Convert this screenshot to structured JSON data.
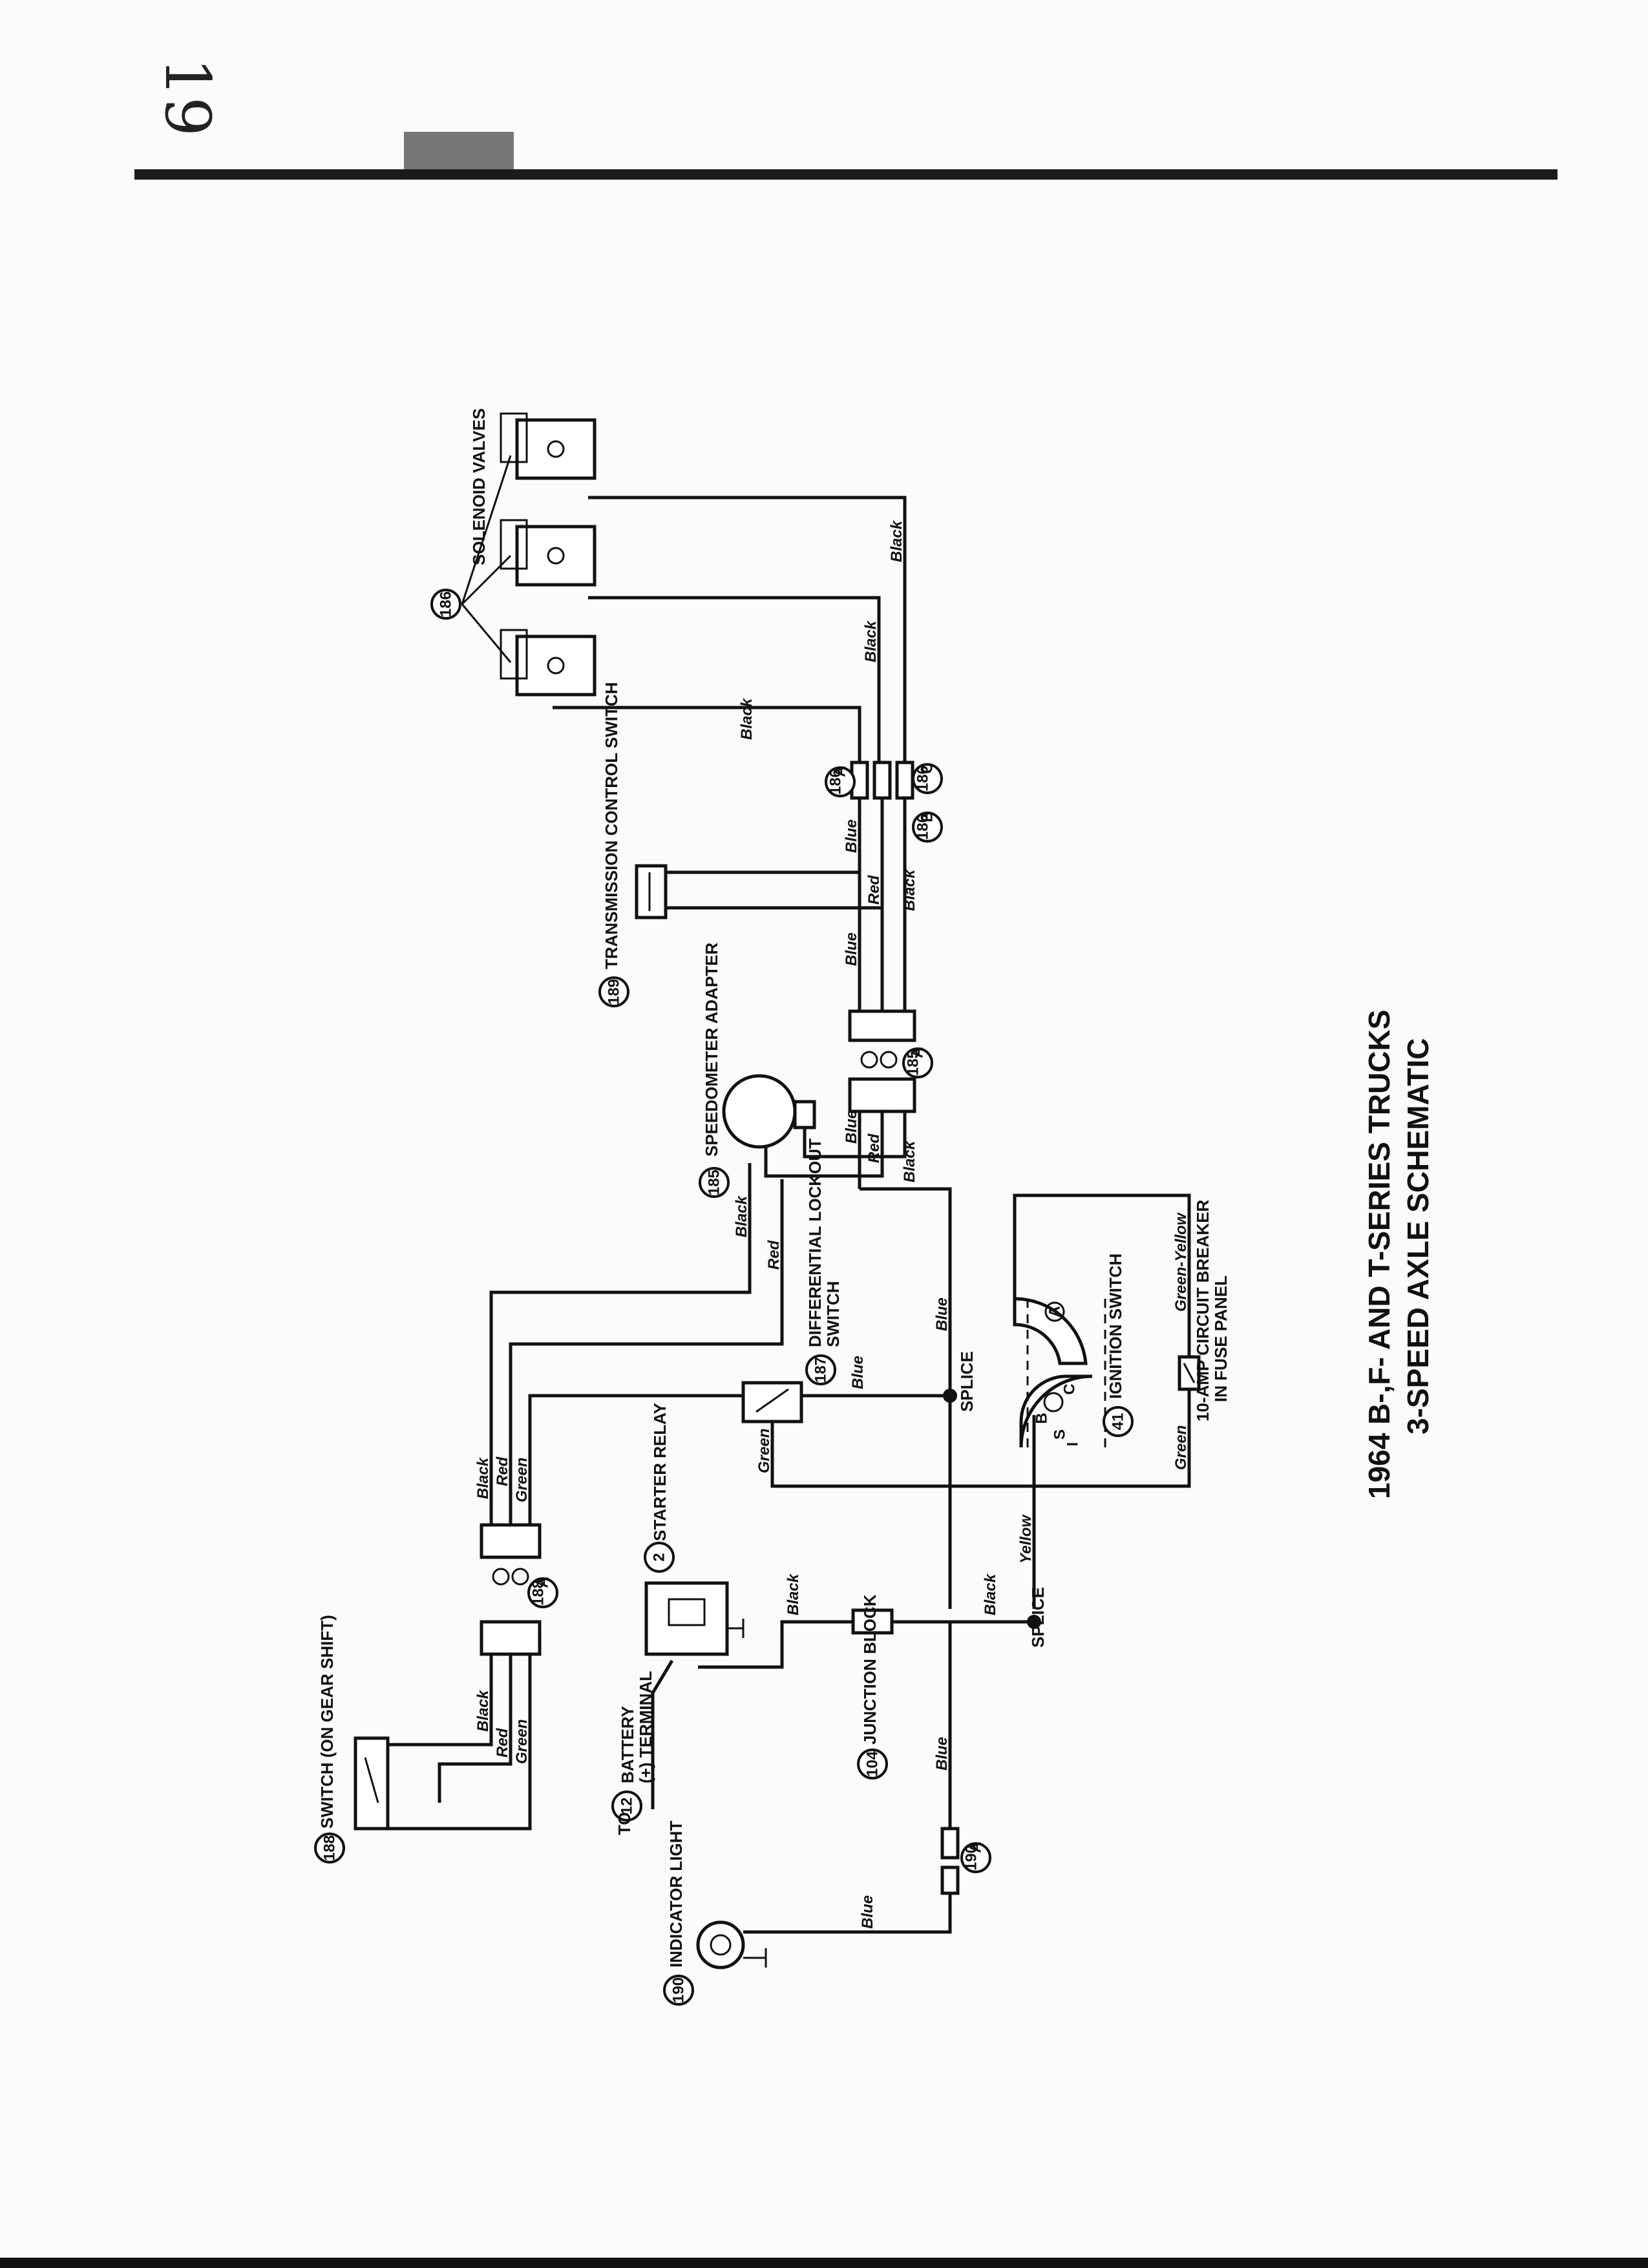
{
  "page": {
    "number": "19"
  },
  "title": {
    "line1": "1964 B-,F- AND T-SERIES TRUCKS",
    "line2": "3-SPEED AXLE SCHEMATIC"
  },
  "components": {
    "solenoid_valves": {
      "num": "186",
      "label": "SOLENOID VALVES"
    },
    "conn_186a": {
      "num": "186",
      "sub": "A"
    },
    "conn_186b": {
      "num": "186",
      "sub": "B"
    },
    "conn_186c": {
      "num": "186",
      "sub": "C"
    },
    "transmission_switch": {
      "num": "189",
      "label": "TRANSMISSION CONTROL SWITCH"
    },
    "conn_185a": {
      "num": "185",
      "sub": "A"
    },
    "speedometer_adapter": {
      "num": "185",
      "label": "SPEEDOMETER ADAPTER"
    },
    "differential_switch": {
      "num": "187",
      "label1": "DIFFERENTIAL LOCKOUT",
      "label2": "SWITCH"
    },
    "splice_upper": {
      "label": "SPLICE"
    },
    "ignition_switch": {
      "num": "41",
      "label": "IGNITION SWITCH"
    },
    "circuit_breaker": {
      "label1": "10-AMP CIRCUIT BREAKER",
      "label2": "IN FUSE PANEL"
    },
    "conn_188a": {
      "num": "188",
      "sub": "A"
    },
    "starter_relay": {
      "num": "2",
      "label": "STARTER RELAY"
    },
    "battery": {
      "prefix": "TO",
      "num": "12",
      "label1": "BATTERY",
      "label2": "(+) TERMINAL"
    },
    "junction_block": {
      "num": "104",
      "label": "JUNCTION BLOCK"
    },
    "splice_lower": {
      "label": "SPLICE"
    },
    "gear_shift_switch": {
      "num": "188",
      "label": "SWITCH (ON GEAR SHIFT)"
    },
    "conn_190a": {
      "num": "190",
      "sub": "A"
    },
    "indicator_light": {
      "num": "190",
      "label": "INDICATOR LIGHT"
    }
  },
  "ignition_terminals": {
    "a": "A",
    "b": "B",
    "c": "C",
    "s": "S",
    "i": "I"
  },
  "wire_labels": {
    "black_valve_top": "Black",
    "black_valve_mid": "Black",
    "black_valve_bot": "Black",
    "blue_189": "Blue",
    "red_189": "Red",
    "black_189": "Black",
    "blue_189_lower": "Blue",
    "blue_185": "Blue",
    "red_185": "Red",
    "black_185": "Black",
    "black_187": "Black",
    "red_187": "Red",
    "blue_splice": "Blue",
    "blue_187": "Blue",
    "green_187": "Green",
    "green_yellow": "Green-Yellow",
    "green_breaker": "Green",
    "black_188a": "Black",
    "red_188a": "Red",
    "green_188a": "Green",
    "yellow": "Yellow",
    "black_relay": "Black",
    "black_junction": "Black",
    "blue_190a": "Blue",
    "black_188": "Black",
    "red_188": "Red",
    "green_188": "Green",
    "blue_indicator": "Blue"
  }
}
